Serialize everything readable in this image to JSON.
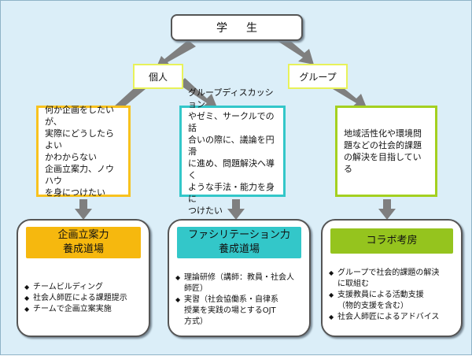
{
  "top": {
    "label": "学生"
  },
  "middle": {
    "individual": "個人",
    "group": "グループ"
  },
  "descriptions": {
    "left": "何か企画をしたいが、\n実際にどうしたらよい\nかわからない\n企画立案力、ノウハウ\nを身につけたい",
    "center": "グループディスカッション\nやゼミ、サークルでの話\n合いの際に、議論を円滑\nに進め、問題解決へ導く\nような手法・能力を身に\nつけたい",
    "right": "地域活性化や環境問\n題などの社会的課題\nの解決を目指している"
  },
  "cards": [
    {
      "title": "企画立案力\n養成道場",
      "items": [
        "チームビルディング",
        "社会人師匠による課題提示",
        "チームで企画立案実施"
      ]
    },
    {
      "title": "ファシリテーション力\n養成道場",
      "items": [
        "理論研修（講師：教員・社会人\n師匠）",
        "実習（社会協働系・自律系\n授業を実践の場とするOJT\n方式）"
      ]
    },
    {
      "title": "コラボ考房",
      "items": [
        "グループで社会的課題の解決\nに取組む",
        "支援教員による活動支援\n（物的支援を含む）",
        "社会人師匠によるアドバイス"
      ]
    }
  ],
  "bullet_symbol": "◆",
  "colors": {
    "background": "#dbeef8",
    "arrow": "#7f7f7f",
    "individual_border": "#e8f25a",
    "left_accent": "#f6b80e",
    "center_accent": "#33c7c9",
    "right_accent": "#95c41e"
  }
}
